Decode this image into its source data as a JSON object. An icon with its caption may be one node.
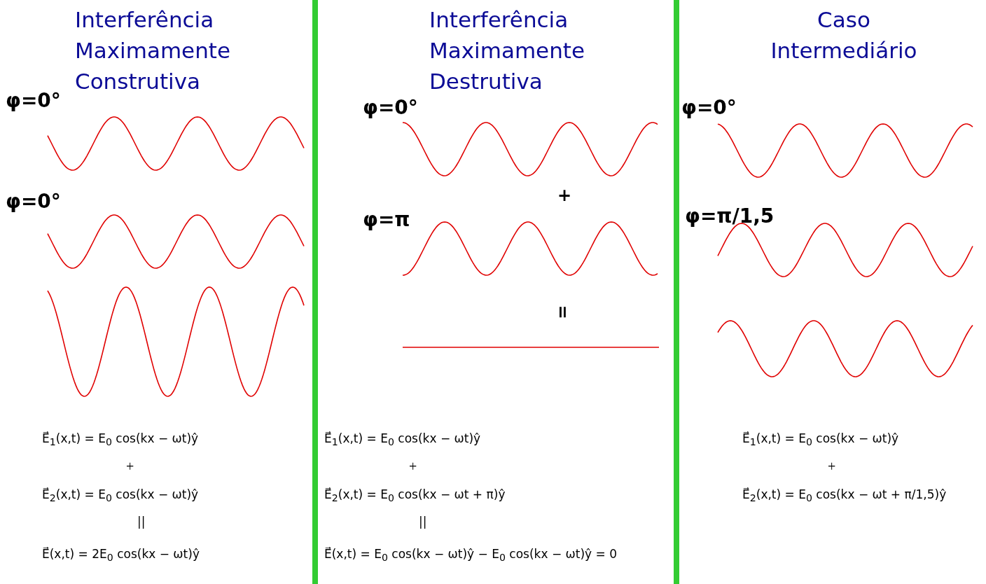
{
  "diagram": {
    "labels": [
      "Interferência Maximamente Construtiva",
      "Interferência Maximamente Destrutiva",
      "Caso Intermediário",
      "φ=0°",
      "φ=0°",
      "φ=0°",
      "φ=0°",
      "+",
      "φ=π",
      "φ=π/1,5",
      "=",
      "E⃗$_{1}$(x,t) = E$_{0}$ cos(kx − ωt)ŷ",
      "+",
      "E⃗$_{2}$(x,t) = E$_{0}$ cos(kx − ωt)ŷ",
      "||",
      "E⃗(x,t) = 2E$_{0}$ cos(kx − ωt)ŷ",
      "E⃗$_{1}$(x,t) = E$_{0}$ cos(kx − ωt)ŷ",
      "+",
      "E⃗$_{2}$(x,t) = E$_{0}$ cos(kx − ωt + π)ŷ",
      "||",
      "E⃗(x,t) = E$_{0}$ cos(kx − ωt)ŷ − E$_{0}$ cos(kx − ωt)ŷ = 0",
      "E⃗$_{1}$(x,t) = E$_{0}$ cos(kx − ωt)ŷ",
      "+",
      "E⃗$_{2}$(x,t) = E$_{0}$ cos(kx − ωt + π/1,5)ŷ"
    ]
  }
}
